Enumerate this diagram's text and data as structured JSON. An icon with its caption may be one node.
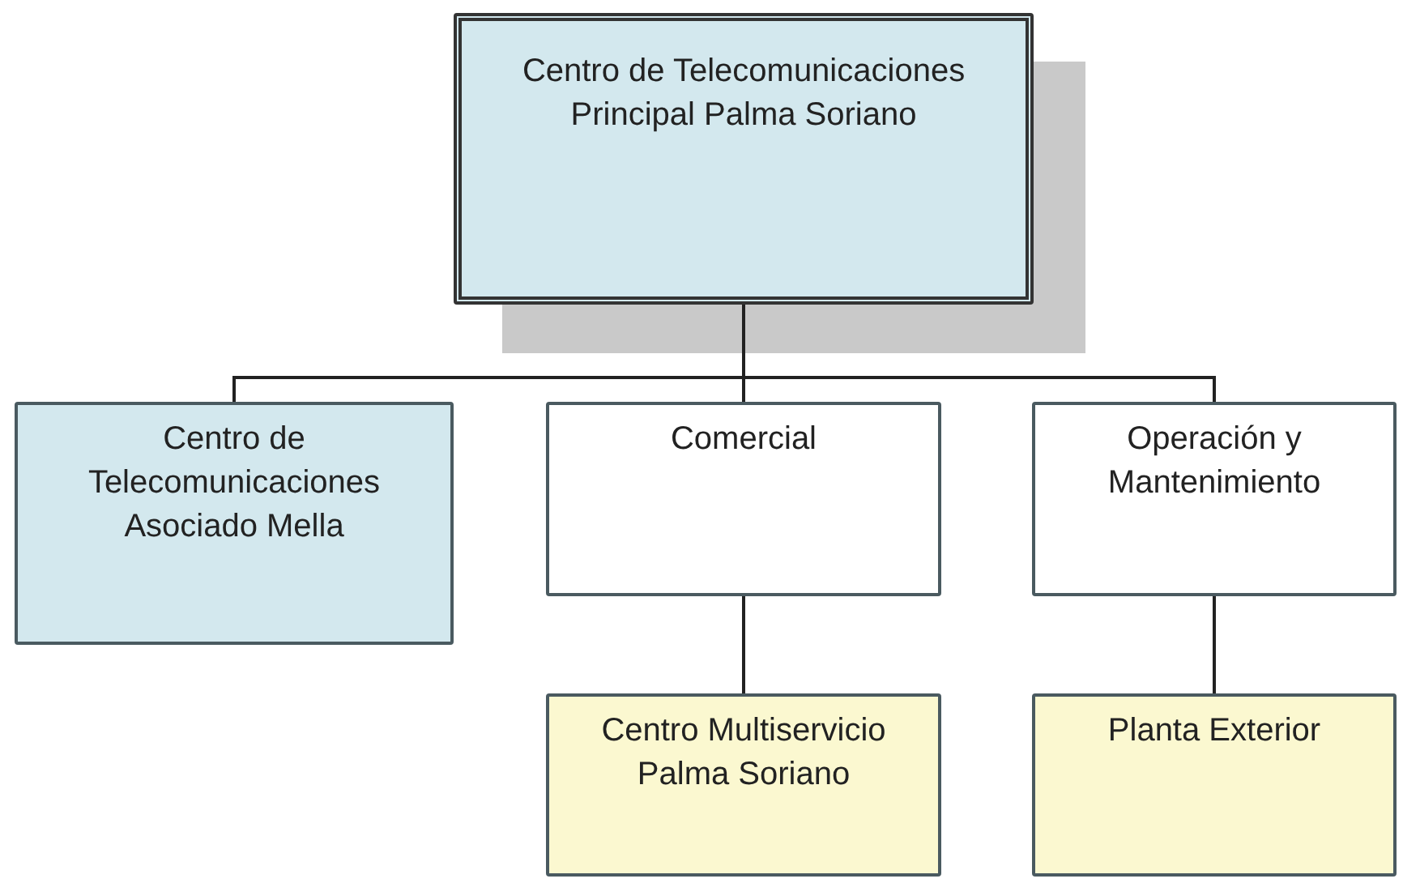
{
  "diagram": {
    "nodes": [
      {
        "text": [
          "Centro de Telecomunicaciones Principal Palma Soriano"
        ]
      },
      {
        "text": [
          "Centro de Telecomunicaciones Asociado Mella"
        ]
      },
      {
        "text": [
          "Comercial"
        ]
      },
      {
        "text": [
          "Operación y Mantenimiento"
        ]
      },
      {
        "text": [
          "Centro Multiservicio Palma Soriano"
        ]
      },
      {
        "text": [
          "Planta Exterior"
        ]
      }
    ],
    "edges": [
      {
        "from": 0,
        "to": 1,
        "arrow": "none"
      },
      {
        "from": 0,
        "to": 2,
        "arrow": "none"
      },
      {
        "from": 0,
        "to": 3,
        "arrow": "none"
      },
      {
        "from": 2,
        "to": 4,
        "arrow": "none"
      },
      {
        "from": 3,
        "to": 5,
        "arrow": "none"
      }
    ]
  }
}
